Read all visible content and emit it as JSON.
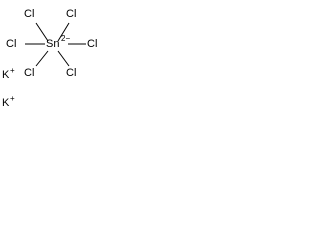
{
  "structure": {
    "central_atom": "Sn",
    "central_charge": "2−",
    "ligands": [
      "Cl",
      "Cl",
      "Cl",
      "Cl",
      "Cl",
      "Cl"
    ],
    "counter_ions": [
      {
        "symbol": "K",
        "charge": "+"
      },
      {
        "symbol": "K",
        "charge": "+"
      }
    ]
  },
  "colors": {
    "ink": "#000000",
    "background": "#ffffff"
  }
}
